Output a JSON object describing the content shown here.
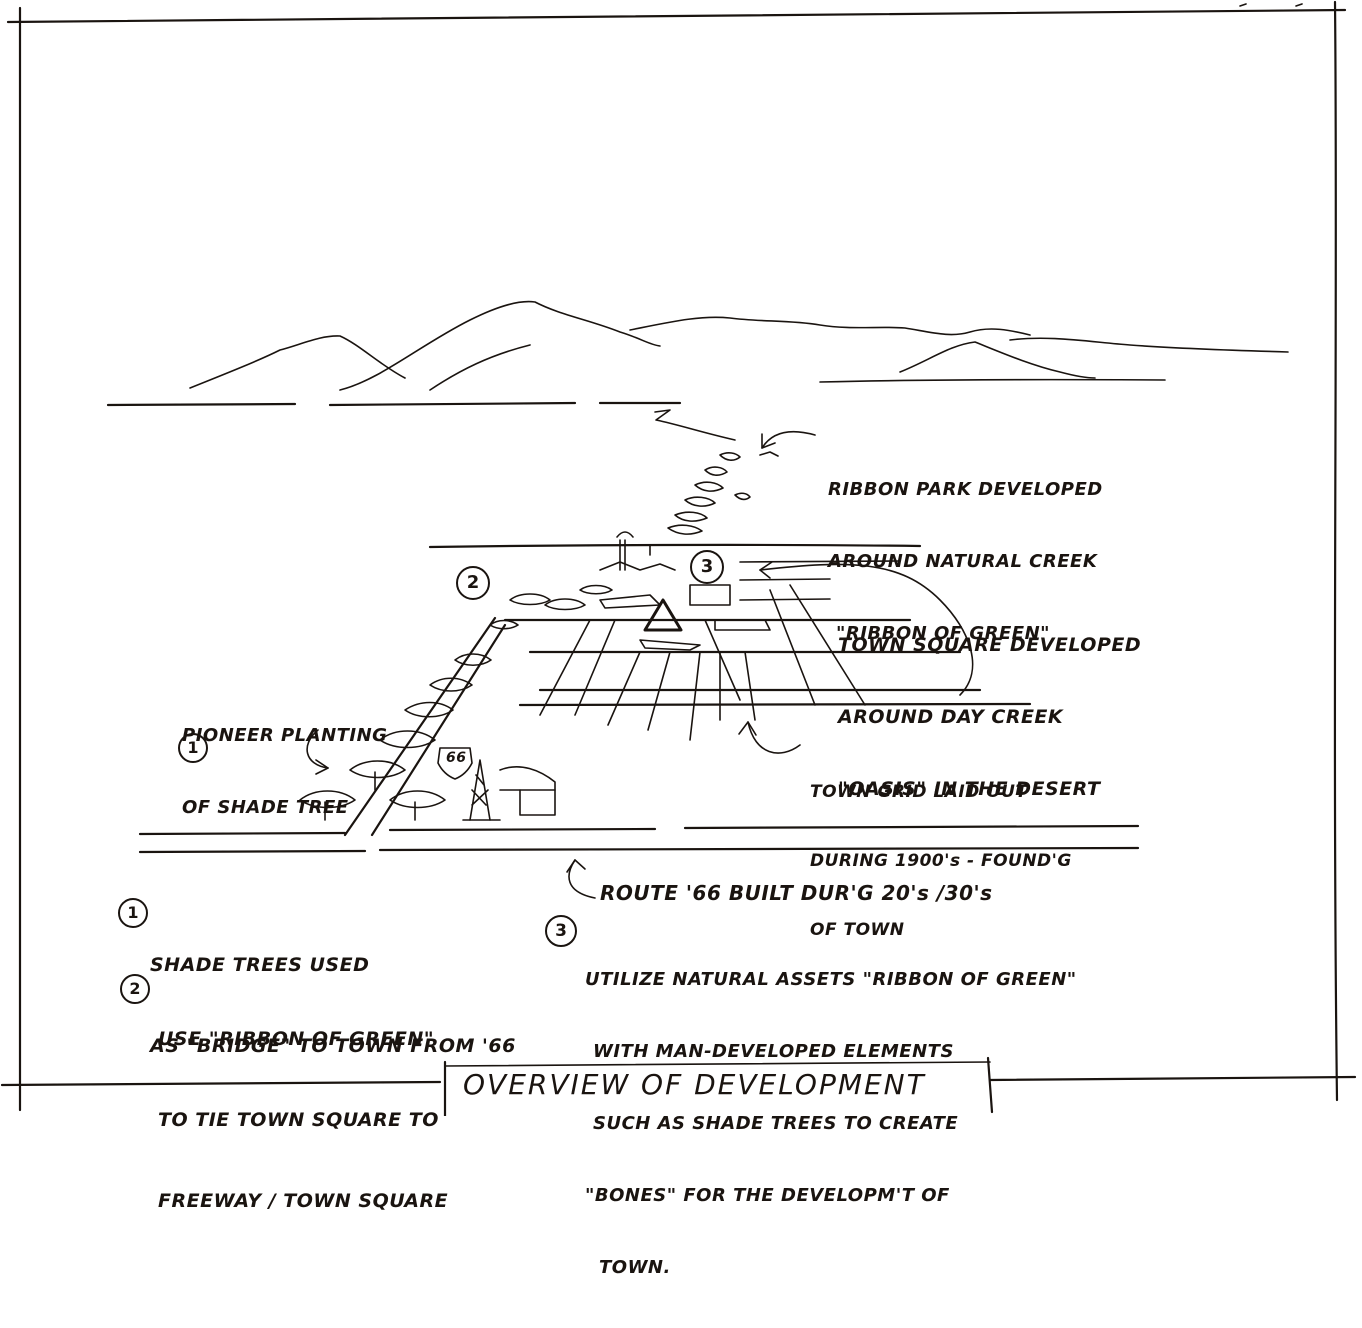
{
  "title": "OVERVIEW OF DEVELOPMENT",
  "callouts": {
    "ribbon_park": [
      "RIBBON PARK DEVELOPED",
      "AROUND NATURAL CREEK",
      "\"RIBBON OF GREEN\""
    ],
    "town_square": [
      "TOWN SQUARE DEVELOPED",
      "AROUND DAY CREEK",
      "\"OASIS\" IN THE DESERT"
    ],
    "pioneer_planting": [
      "PIONEER PLANTING",
      "OF SHADE TREE"
    ],
    "pioneer_number": "1",
    "town_grid": [
      "TOWN GRID LAID OUT",
      "DURING 1900's - FOUND'G",
      "OF TOWN"
    ],
    "route66": "ROUTE '66 BUILT DUR'G 20's /30's"
  },
  "markers": {
    "m2": "2",
    "m3": "3",
    "route_shield": "66"
  },
  "notes": [
    {
      "num": "1",
      "lines": [
        "SHADE TREES USED",
        "AS \"BRIDGE\" TO TOWN FROM '66"
      ]
    },
    {
      "num": "2",
      "lines": [
        "USE \"RIBBON OF GREEN\"",
        "TO TIE TOWN SQUARE TO",
        "FREEWAY / TOWN SQUARE"
      ]
    },
    {
      "num": "3",
      "lines": [
        "UTILIZE NATURAL ASSETS \"RIBBON OF GREEN\"",
        "WITH MAN-DEVELOPED ELEMENTS",
        "SUCH AS SHADE TREES TO CREATE",
        "\"BONES\" FOR THE DEVELOPM'T OF",
        "TOWN."
      ]
    }
  ]
}
